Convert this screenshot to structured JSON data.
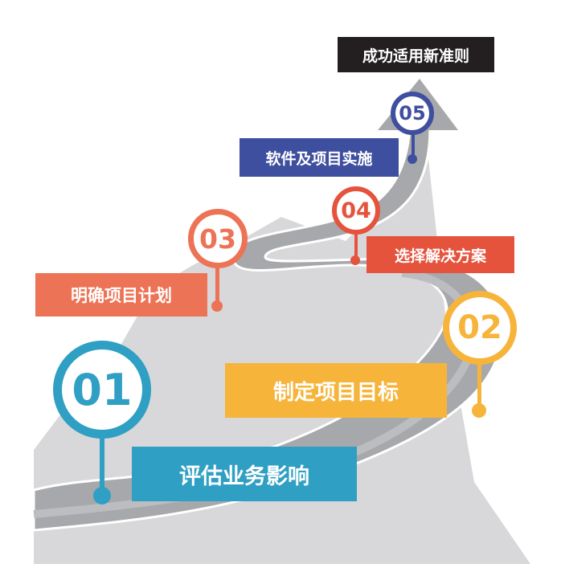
{
  "goal": {
    "label": "成功适用新准则",
    "color": "#231f20"
  },
  "steps": [
    {
      "number": "01",
      "label": "评估业务影响",
      "color": "#2f9fc3"
    },
    {
      "number": "02",
      "label": "制定项目目标",
      "color": "#f6b43a"
    },
    {
      "number": "03",
      "label": "明确项目计划",
      "color": "#ec7355"
    },
    {
      "number": "04",
      "label": "选择解决方案",
      "color": "#e5533d"
    },
    {
      "number": "05",
      "label": "软件及项目实施",
      "color": "#3f4f9f"
    }
  ],
  "colors": {
    "mountain": "#d8d8da",
    "road": "#a7a8ab",
    "road_dark": "#97989b",
    "road_edge": "#ffffff"
  }
}
